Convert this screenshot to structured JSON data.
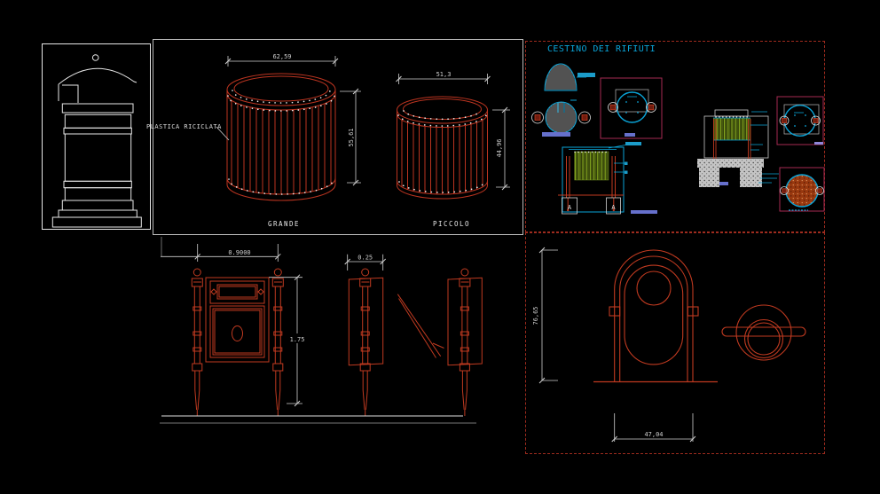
{
  "details_panel": {
    "title": "CESTINO DEI RIFIUTI",
    "footing_marker_left": "A",
    "footing_marker_right": "A"
  },
  "round_bins_panel": {
    "material_label": "PLASTICA RICICLATA",
    "grande": {
      "name": "GRANDE",
      "width_dim": "62,59",
      "height_dim": "55,61"
    },
    "piccolo": {
      "name": "PICCOLO",
      "width_dim": "51,3",
      "height_dim": "44,96"
    }
  },
  "post_bin_views": {
    "front_width_dim": "0.9000",
    "front_height_dim": "1.75",
    "side_width_dim": "0.25"
  },
  "arched_bin_panel": {
    "height_dim": "76,65",
    "width_dim": "47,04"
  },
  "colors": {
    "background": "#000000",
    "drawing_red": "#bb3420",
    "cad_cyan": "#00a8d8",
    "frame_magenta": "#a62a52",
    "slat_green": "#8fb321",
    "bar_blue": "#6670cc",
    "line_white": "#e8e8e8"
  }
}
